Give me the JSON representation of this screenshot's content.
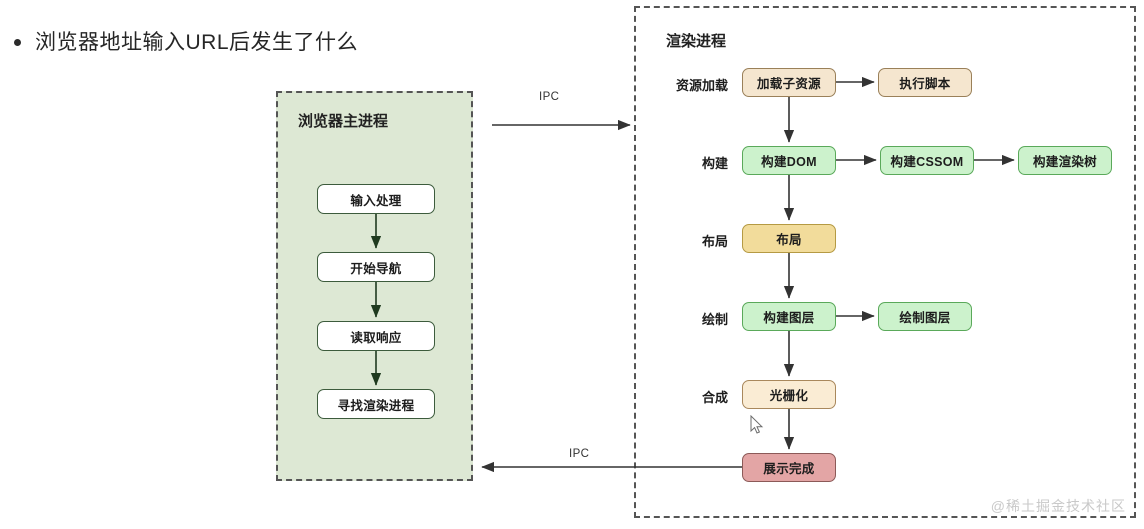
{
  "headline": {
    "bullet": "•",
    "text": "浏览器地址输入URL后发生了什么"
  },
  "browser_panel": {
    "title": "浏览器主进程",
    "fill_color": "#dde8d4",
    "border_style": "dashed",
    "steps": [
      {
        "label": "输入处理",
        "style": "white"
      },
      {
        "label": "开始导航",
        "style": "white"
      },
      {
        "label": "读取响应",
        "style": "white"
      },
      {
        "label": "寻找渲染进程",
        "style": "white"
      }
    ]
  },
  "render_panel": {
    "title": "渲染进程",
    "border_style": "dashed",
    "rows": [
      {
        "label": "资源加载",
        "nodes": [
          {
            "label": "加载子资源",
            "style": "tan"
          },
          {
            "label": "执行脚本",
            "style": "tan"
          }
        ]
      },
      {
        "label": "构建",
        "nodes": [
          {
            "label": "构建DOM",
            "style": "green"
          },
          {
            "label": "构建CSSOM",
            "style": "green"
          },
          {
            "label": "构建渲染树",
            "style": "green"
          }
        ]
      },
      {
        "label": "布局",
        "nodes": [
          {
            "label": "布局",
            "style": "yellow"
          }
        ]
      },
      {
        "label": "绘制",
        "nodes": [
          {
            "label": "构建图层",
            "style": "green"
          },
          {
            "label": "绘制图层",
            "style": "green"
          }
        ]
      },
      {
        "label": "合成",
        "nodes": [
          {
            "label": "光栅化",
            "style": "cream"
          }
        ]
      }
    ],
    "final_node": {
      "label": "展示完成",
      "style": "pink"
    }
  },
  "ipc": {
    "top_label": "IPC",
    "bottom_label": "IPC"
  },
  "watermark": {
    "text": "@稀土掘金技术社区"
  },
  "colors": {
    "panel_green": "#dde8d4",
    "node_tan": "#f5e6cf",
    "node_green": "#ccf2cc",
    "node_yellow": "#f2dc9b",
    "node_cream": "#faecd4",
    "node_pink": "#e3a5a5",
    "arrow": "#333333"
  }
}
